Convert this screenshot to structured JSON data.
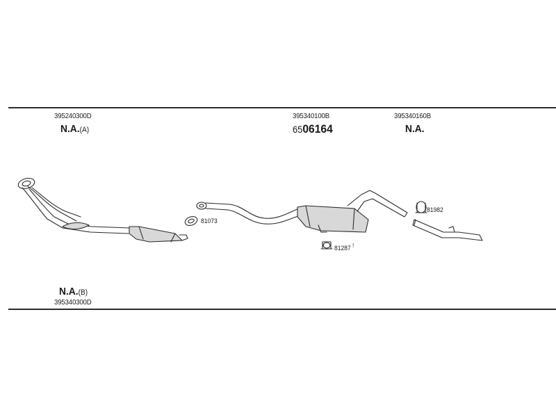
{
  "top_left": {
    "code": "395240300D",
    "label": "N.A.",
    "suffix": "(A)"
  },
  "top_mid": {
    "code": "395340100B",
    "prefix": "65",
    "number": "06164"
  },
  "top_right": {
    "code": "395340160B",
    "label": "N.A."
  },
  "bottom_left": {
    "label": "N.A.",
    "suffix": "(B)",
    "code": "395340300D"
  },
  "parts": {
    "gasket": "81073",
    "clamp_mid": "81287",
    "clamp_mid_mark": "!",
    "clamp_right": "81982"
  },
  "colors": {
    "line": "#2a2a2a",
    "fill": "#d8d8d8"
  }
}
